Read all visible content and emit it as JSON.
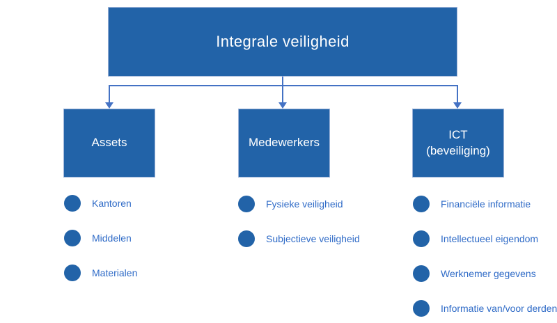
{
  "diagram": {
    "root": {
      "label": "Integrale veiligheid"
    },
    "branches": [
      {
        "label": "Assets",
        "sublabel": "",
        "items": [
          "Kantoren",
          "Middelen",
          "Materialen"
        ]
      },
      {
        "label": "Medewerkers",
        "sublabel": "",
        "items": [
          "Fysieke veiligheid",
          "Subjectieve veiligheid"
        ]
      },
      {
        "label": "ICT",
        "sublabel": "(beveiliging)",
        "items": [
          "Financiële informatie",
          "Intellectueel eigendom",
          "Werknemer gegevens",
          "Informatie van/voor derden"
        ]
      }
    ],
    "colors": {
      "box_fill": "#2263a8",
      "box_border": "#9db3d8",
      "connector_line": "#4472c4",
      "item_text": "#2f6bc7",
      "box_text": "#ffffff",
      "background": "#ffffff"
    }
  }
}
